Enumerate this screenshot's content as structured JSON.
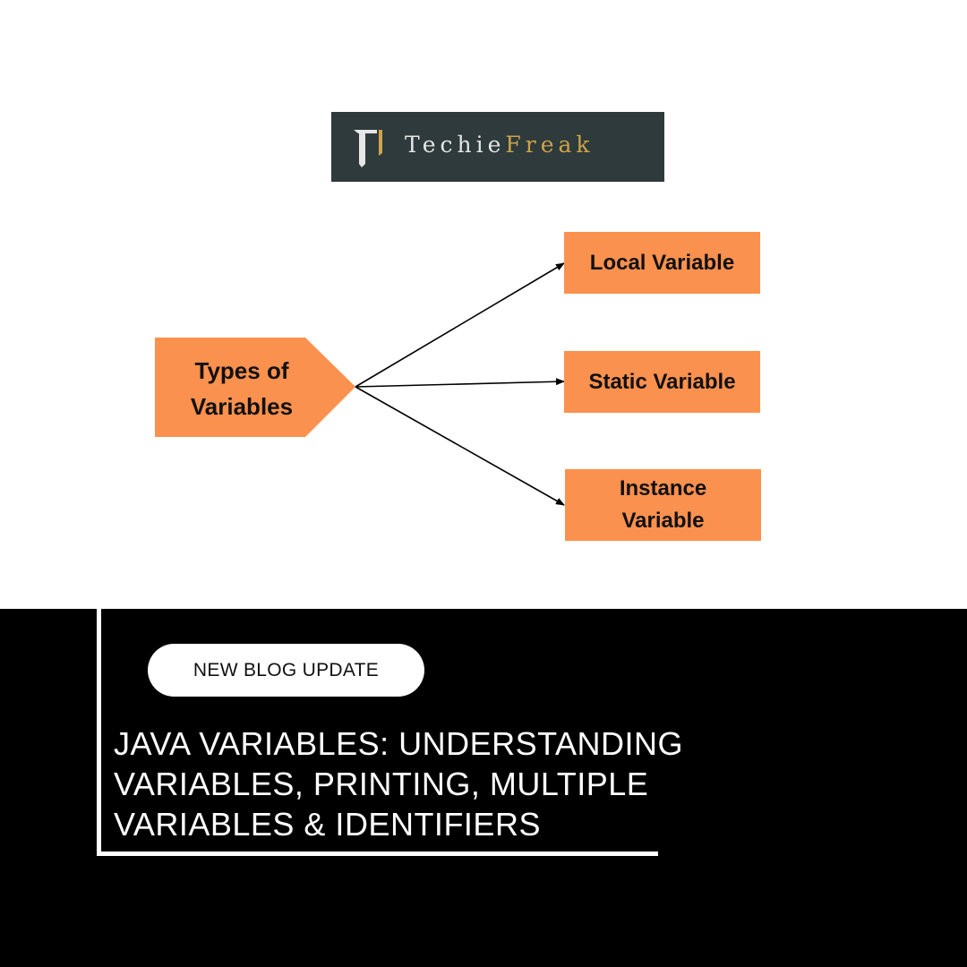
{
  "logo": {
    "brand_part1": "Techie",
    "brand_part2": "Freak",
    "background_color": "#2e3a3b",
    "accent_color": "#cda349",
    "icon": "techiefreak-t-logo-icon"
  },
  "diagram": {
    "root": {
      "label": "Types of\nVariables"
    },
    "children": [
      {
        "label": "Local Variable"
      },
      {
        "label": "Static Variable"
      },
      {
        "label": "Instance\nVariable"
      }
    ],
    "box_color": "#fb914e",
    "arrow_color": "#000000"
  },
  "footer": {
    "badge": "NEW BLOG UPDATE",
    "headline_lines": [
      "JAVA VARIABLES: UNDERSTANDING",
      "VARIABLES, PRINTING, MULTIPLE",
      "VARIABLES & IDENTIFIERS"
    ],
    "background_color": "#000000"
  }
}
